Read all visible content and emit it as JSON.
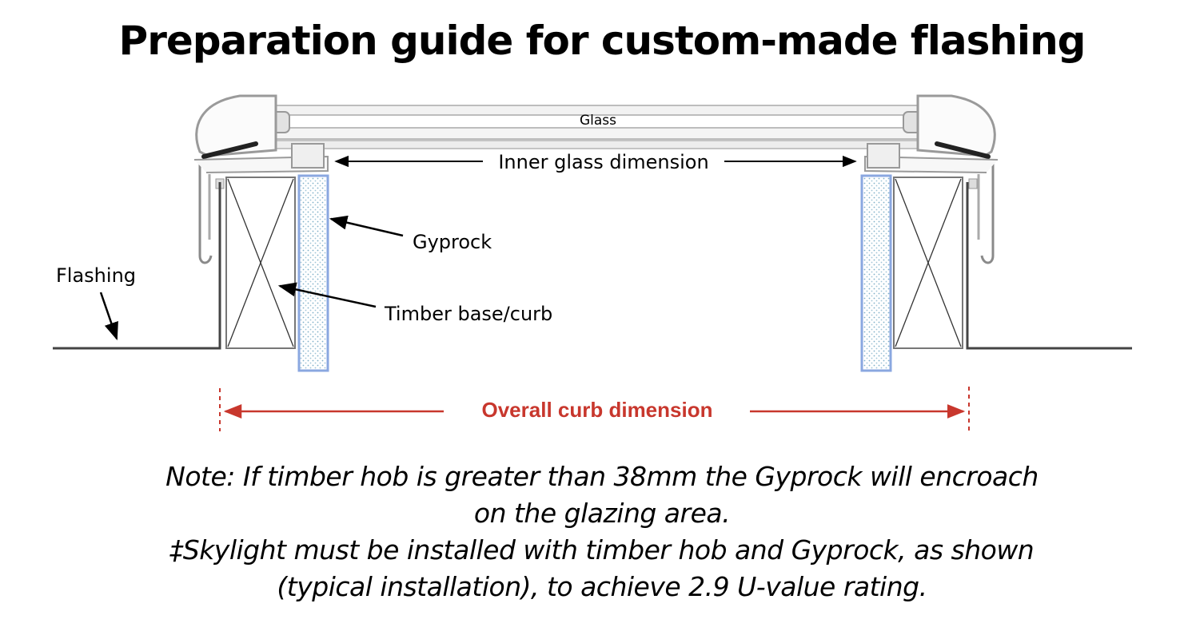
{
  "title": "Preparation guide for custom-made flashing",
  "labels": {
    "glass": "Glass",
    "inner_glass_dimension": "Inner glass dimension",
    "gyprock": "Gyprock",
    "flashing": "Flashing",
    "timber_base_curb": "Timber base/curb",
    "overall_curb_dimension": "Overall curb dimension"
  },
  "notes": [
    "Note: If timber hob is greater than 38mm the Gyprock will encroach",
    "on the glazing area.",
    "‡Skylight must be installed with timber hob and Gyprock, as shown",
    "(typical installation), to achieve 2.9 U-value rating."
  ],
  "colors": {
    "dimension_red": "#c8372d",
    "gyprock_blue": "#8aa7e0",
    "frame_grey": "#bfbfbf"
  }
}
